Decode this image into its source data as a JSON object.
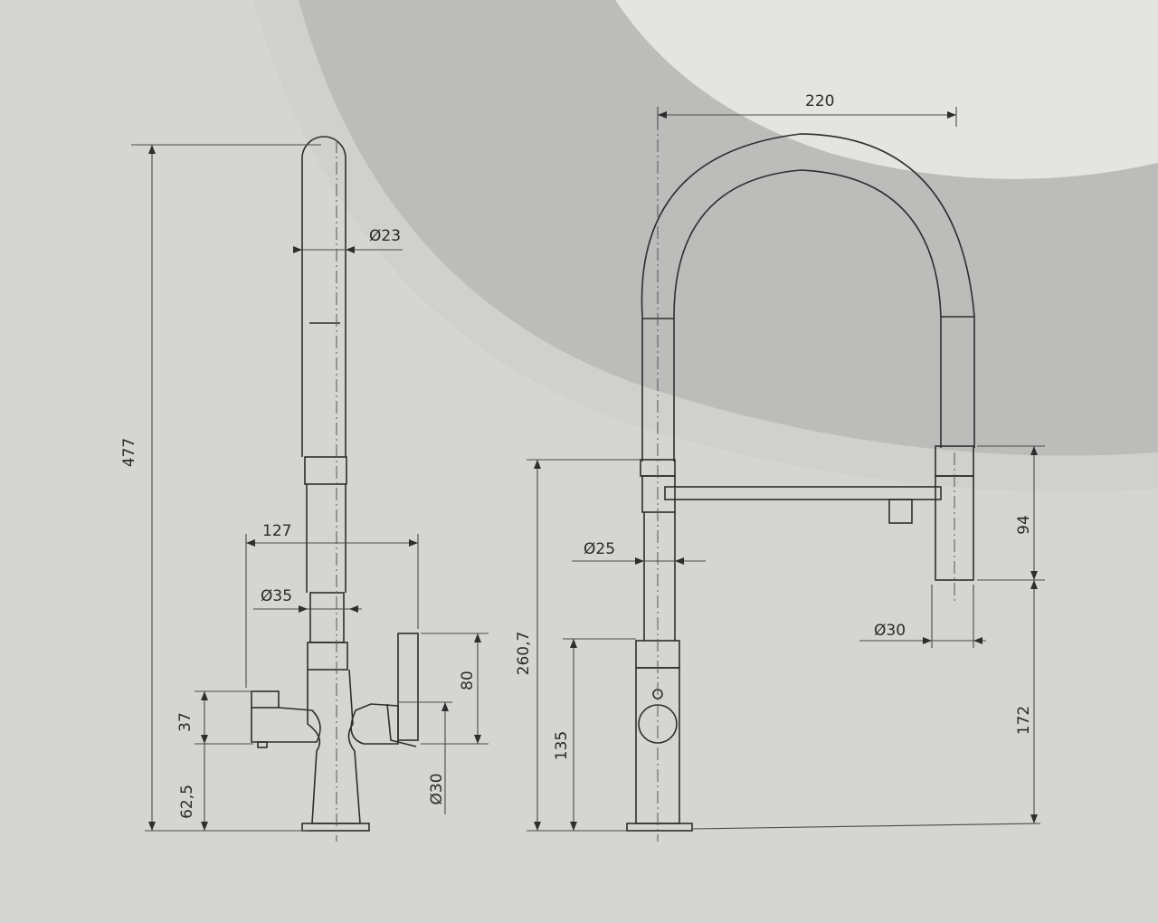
{
  "colors": {
    "background": "#d4d4d1",
    "band_light": "#e6e6e3",
    "band_dark": "#bdbdbb",
    "ink": "#2e2e2e"
  },
  "side_view": {
    "total_height": "477",
    "spout_diameter": "Ø23",
    "lever_spread": "127",
    "body_diameter": "Ø35",
    "lever_height": "80",
    "handle_height": "37",
    "base_to_handle": "62,5",
    "handle_diameter": "Ø30"
  },
  "front_view": {
    "reach": "220",
    "height_to_collar": "260,7",
    "pipe_diameter": "Ø25",
    "base_to_knob": "135",
    "spray_length": "94",
    "spray_diameter": "Ø30",
    "spray_clearance": "172"
  }
}
